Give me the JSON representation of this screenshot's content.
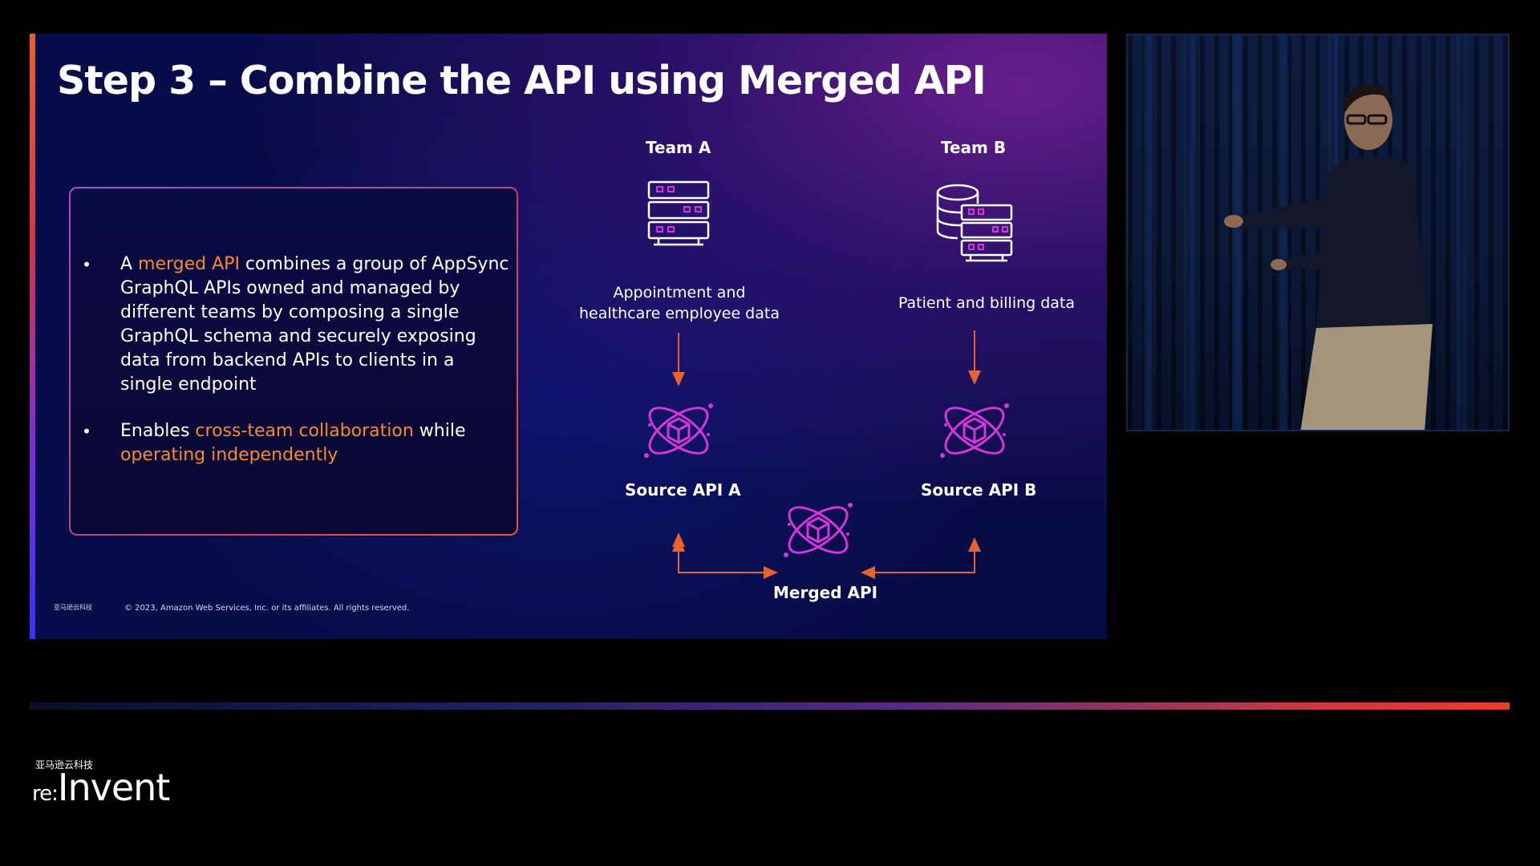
{
  "slide": {
    "title": "Step 3 – Combine the API using Merged API",
    "bullets": [
      {
        "parts": [
          {
            "text": "A ",
            "highlight": false
          },
          {
            "text": "merged API",
            "highlight": true
          },
          {
            "text": " combines a group of AppSync GraphQL APIs owned and managed by different teams by composing a single GraphQL schema and securely exposing data from backend APIs to clients in a single endpoint",
            "highlight": false
          }
        ]
      },
      {
        "parts": [
          {
            "text": "Enables ",
            "highlight": false
          },
          {
            "text": "cross-team collaboration",
            "highlight": true
          },
          {
            "text": " while ",
            "highlight": false
          },
          {
            "text": "operating independently",
            "highlight": true
          }
        ]
      }
    ],
    "bullet_marker": "•",
    "diagram": {
      "team_a": "Team A",
      "team_b": "Team B",
      "team_a_desc_line1": "Appointment and",
      "team_a_desc_line2": "healthcare employee data",
      "team_b_desc": "Patient and billing data",
      "source_a": "Source API A",
      "source_b": "Source API B",
      "merged": "Merged API",
      "team_a_icon": "server-stack-icon",
      "team_b_icon": "database-server-icon",
      "api_icon": "appsync-api-icon",
      "arrow_color": "#e8622c",
      "icon_color": "#d238d6"
    },
    "footer_logo": "亚马逊云科技",
    "copyright": "© 2023, Amazon Web Services, Inc. or its affiliates. All rights reserved."
  },
  "speaker_video": {
    "label": "speaker"
  },
  "branding": {
    "cn_name": "亚马逊云科技",
    "re": "re:",
    "invent": "Invent"
  },
  "colors": {
    "highlight": "#f78a2f",
    "title": "#ffffff",
    "background": "#000000"
  }
}
